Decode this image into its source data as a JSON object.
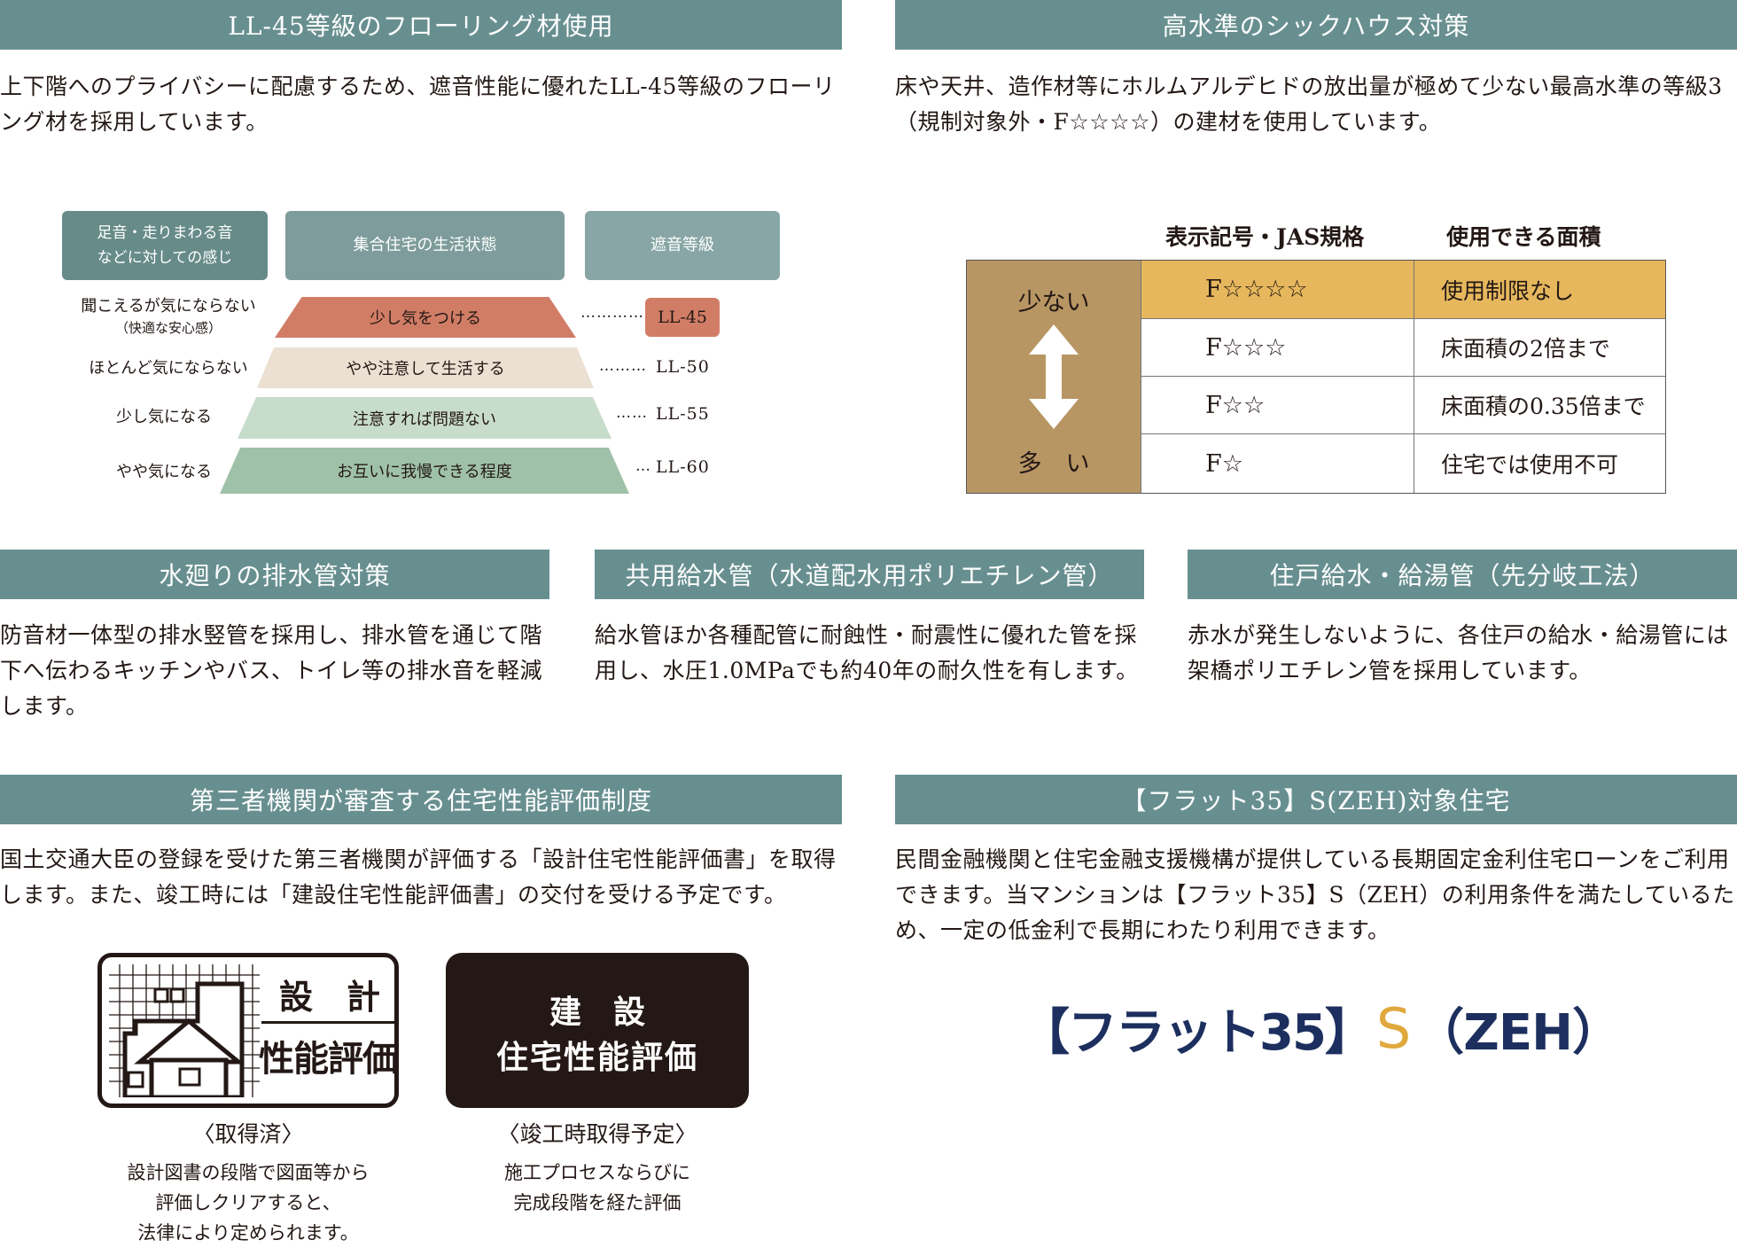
{
  "sec1": {
    "title": "LL-45等級のフローリング材使用",
    "body": "上下階へのプライバシーに配慮するため、遮音性能に優れたLL-45等級のフローリング材を採用しています。",
    "diagram": {
      "head_left": "足音・走りまわる音など に対しての感じ",
      "head_left_l1": "足音・走りまわる音",
      "head_left_l2": "などに対しての感じ",
      "head_mid": "集合住宅の生活状態",
      "head_right": "遮音等級",
      "rows": [
        {
          "feel": "聞こえるが気にならない",
          "feel_sub": "（快適な安心感）",
          "state": "少し気をつける",
          "dots": "…………",
          "grade": "LL-45"
        },
        {
          "feel": "ほとんど気にならない",
          "feel_sub": "",
          "state": "やや注意して生活する",
          "dots": "………",
          "grade": "LL-50"
        },
        {
          "feel": "少し気になる",
          "feel_sub": "",
          "state": "注意すれば問題ない",
          "dots": "……",
          "grade": "LL-55"
        },
        {
          "feel": "やや気になる",
          "feel_sub": "",
          "state": "お互いに我慢できる程度",
          "dots": "…",
          "grade": "LL-60"
        }
      ]
    }
  },
  "sec2": {
    "title": "高水準のシックハウス対策",
    "body": "床や天井、造作材等にホルムアルデヒドの放出量が極めて少ない最高水準の等級3（規制対象外・F☆☆☆☆）の建材を使用しています。",
    "table": {
      "col1": "表示記号・JAS規格",
      "col2": "使用できる面積",
      "side_top": "少ない",
      "side_bottom": "多　い",
      "rows": [
        {
          "mark": "F☆☆☆☆",
          "area": "使用制限なし"
        },
        {
          "mark": "F☆☆☆",
          "area": "床面積の2倍まで"
        },
        {
          "mark": "F☆☆",
          "area": "床面積の0.35倍まで"
        },
        {
          "mark": "F☆",
          "area": "住宅では使用不可"
        }
      ],
      "highlight_color": "#e6b75c",
      "side_color": "#b89664"
    }
  },
  "sec3": {
    "title": "水廻りの排水管対策",
    "body": "防音材一体型の排水竪管を採用し、排水管を通じて階下へ伝わるキッチンやバス、トイレ等の排水音を軽減します。"
  },
  "sec4": {
    "title": "共用給水管（水道配水用ポリエチレン管）",
    "body": "給水管ほか各種配管に耐蝕性・耐震性に優れた管を採用し、水圧1.0MPaでも約40年の耐久性を有します。"
  },
  "sec5": {
    "title": "住戸給水・給湯管（先分岐工法）",
    "body": "赤水が発生しないように、各住戸の給水・給湯管には架橋ポリエチレン管を採用しています。"
  },
  "sec6": {
    "title": "第三者機関が審査する住宅性能評価制度",
    "body": "国土交通大臣の登録を受けた第三者機関が評価する「設計住宅性能評価書」を取得します。また、竣工時には「建設住宅性能評価書」の交付を受ける予定です。",
    "badge1": {
      "line1": "設　計",
      "line2": "性能評価",
      "caption": "〈取得済〉",
      "desc": [
        "設計図書の段階で図面等から",
        "評価しクリアすると、",
        "法律により定められます。"
      ]
    },
    "badge2": {
      "line1": "建　設",
      "line2": "住宅性能評価",
      "caption": "〈竣工時取得予定〉",
      "desc": [
        "施工プロセスならびに",
        "完成段階を経た評価"
      ]
    }
  },
  "sec7": {
    "title": "【フラット35】S(ZEH)対象住宅",
    "body": "民間金融機関と住宅金融支援機構が提供している長期固定金利住宅ローンをご利用できます。当マンションは【フラット35】S（ZEH）の利用条件を満たしているため、一定の低金利で長期にわたり利用できます。",
    "logo": {
      "part1": "【フラット35】",
      "part2": "S",
      "part3": "（ZEH）",
      "navy": "#1c2f5e",
      "gold": "#e0a93d"
    }
  }
}
